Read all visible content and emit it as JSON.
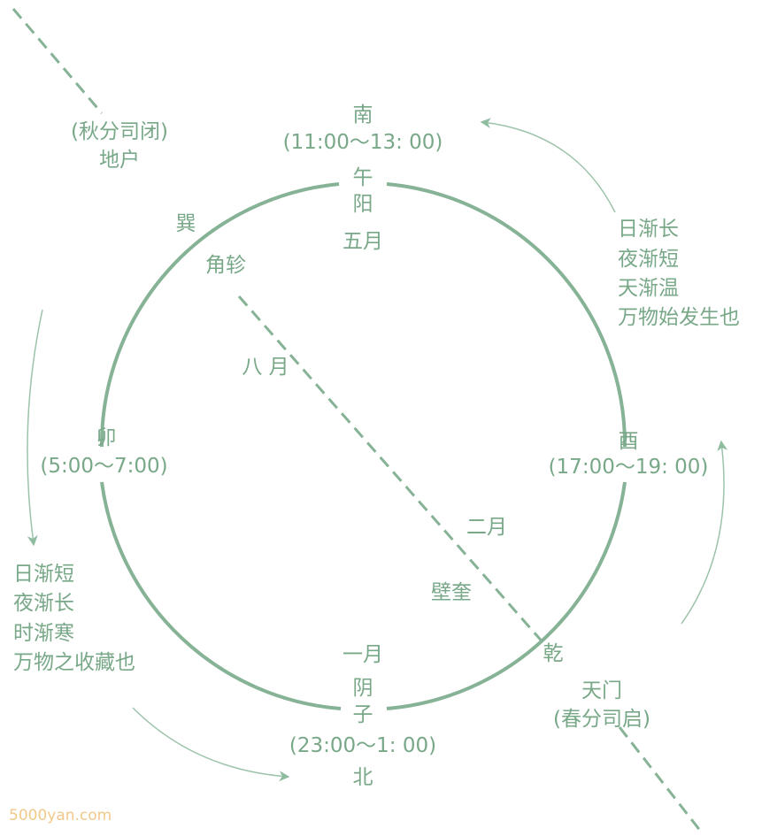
{
  "south": {
    "dir": "南",
    "time": "(11:00～13: 00)",
    "branch": "午",
    "yin_yang": "阳",
    "month": "五月"
  },
  "north": {
    "dir": "北",
    "time": "(23:00～1: 00)",
    "branch": "子",
    "yin_yang": "阴",
    "month": "一月"
  },
  "east": {
    "branch": "卯",
    "time": "(5:00～7:00)"
  },
  "west": {
    "branch": "酉",
    "time": "(17:00～19: 00)"
  },
  "xun": "巽",
  "qian": "乾",
  "jiao_zhen": "角轸",
  "bi_kui": "壁奎",
  "month_8": "八 月",
  "month_2": "二月",
  "di_hu": {
    "line1": "(秋分司闭)",
    "line2": "地户"
  },
  "tian_men": {
    "line1": "天门",
    "line2": "(春分司启)"
  },
  "right_note": [
    "日渐长",
    "夜渐短",
    "天渐温",
    "万物始发生也"
  ],
  "left_note": [
    "日渐短",
    "夜渐长",
    "时渐寒",
    "万物之收藏也"
  ],
  "watermark": "5000yan.com",
  "colors": {
    "line": "#86b296",
    "text": "#79a889",
    "watermark": "#f0c98a"
  }
}
